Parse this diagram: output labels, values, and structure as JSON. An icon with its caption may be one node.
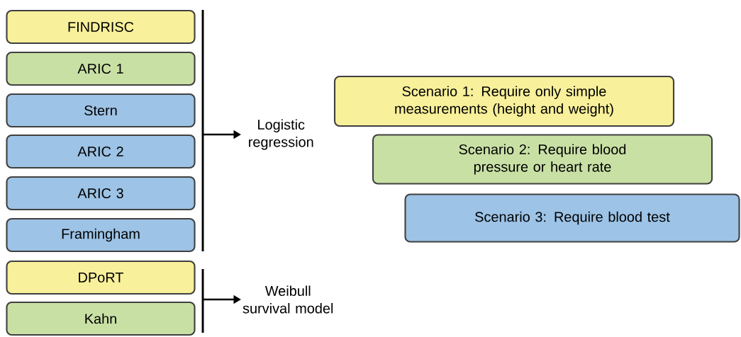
{
  "diagram": {
    "nodes": [
      {
        "text": [
          "FINDRISC"
        ]
      },
      {
        "text": [
          "ARIC 1"
        ]
      },
      {
        "text": [
          "Stern"
        ]
      },
      {
        "text": [
          "ARIC 2"
        ]
      },
      {
        "text": [
          "ARIC 3"
        ]
      },
      {
        "text": [
          "Framingham"
        ]
      },
      {
        "text": [
          "DPoRT"
        ]
      },
      {
        "text": [
          "Kahn"
        ]
      },
      {
        "text": [
          "Logistic regression"
        ]
      },
      {
        "text": [
          "Weibull survival model"
        ]
      },
      {
        "text": [
          "Scenario 1: Require only simple measurements (height and weight)"
        ]
      },
      {
        "text": [
          "Scenario 2: Require blood pressure or heart rate"
        ]
      },
      {
        "text": [
          "Scenario 3: Require blood test"
        ]
      }
    ],
    "edges": [
      {
        "from": null,
        "to": 8,
        "arrow": "to"
      },
      {
        "from": null,
        "to": 9,
        "arrow": "to"
      }
    ]
  }
}
